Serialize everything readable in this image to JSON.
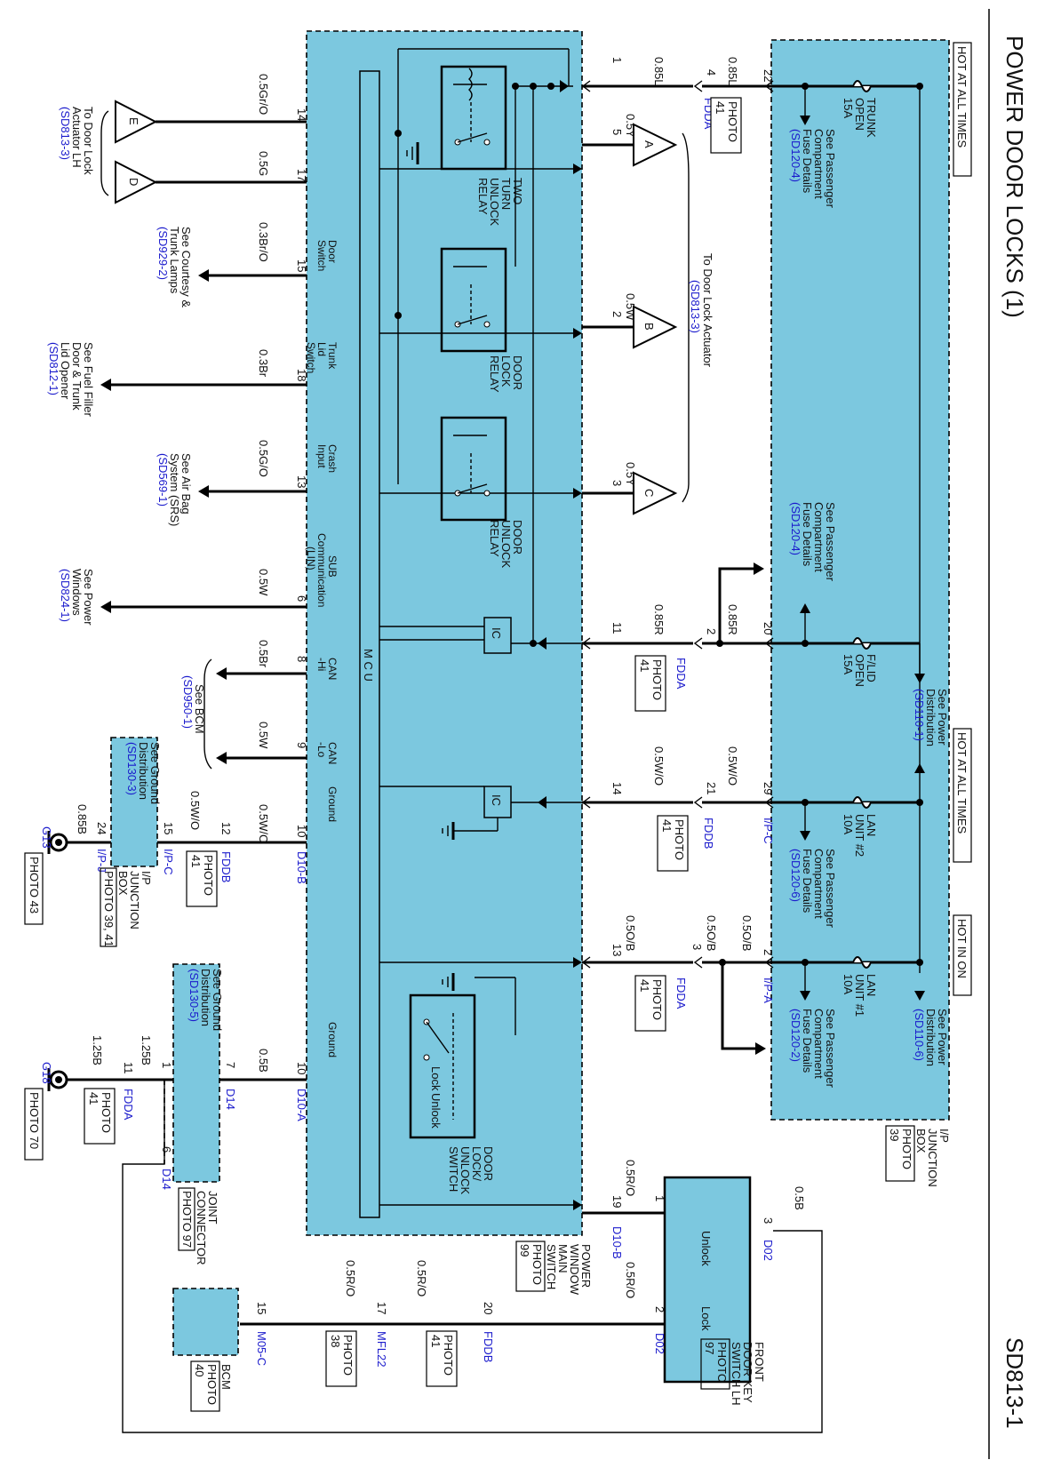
{
  "title": "POWER DOOR LOCKS (1)",
  "page_code": "SD813-1",
  "hot_labels": [
    "HOT AT ALL TIMES",
    "HOT AT ALL TIMES",
    "HOT IN ON"
  ],
  "ip_junction_box": [
    "I/P",
    "JUNCTION",
    "BOX",
    "PHOTO",
    "39"
  ],
  "fuses": {
    "trunk_open": [
      "TRUNK",
      "OPEN",
      "15A"
    ],
    "flid_open": [
      "F/LID",
      "OPEN",
      "15A"
    ],
    "lan2": [
      "LAN",
      "UNIT #2",
      "10A"
    ],
    "lan1": [
      "LAN",
      "UNIT #1",
      "10A"
    ]
  },
  "fuse_details_caption": [
    "See Passenger",
    "Compartment",
    "Fuse Details"
  ],
  "power_dist_caption": [
    "See Power",
    "Distribution"
  ],
  "refs": {
    "sd120_4": "(SD120-4)",
    "sd120_6": "(SD120-6)",
    "sd120_2": "(SD120-2)",
    "sd110_1": "(SD110-1)",
    "sd110_6": "(SD110-6)",
    "sd813_3": "(SD813-3)",
    "sd929_2": "(SD929-2)",
    "sd812_1": "(SD812-1)",
    "sd569_1": "(SD569-1)",
    "sd824_1": "(SD824-1)",
    "sd950_1": "(SD950-1)",
    "sd130_3": "(SD130-3)",
    "sd130_5": "(SD130-5)"
  },
  "connectors": {
    "fdda": "FDDA",
    "fddb": "FDDB",
    "ipc": "I/P-C",
    "ipa": "I/P-A",
    "ipj": "I/P-J",
    "d10a": "D10-A",
    "d10b": "D10-B",
    "d14": "D14",
    "d02": "D02",
    "mfl22": "MFL22",
    "m05c": "M05-C",
    "g13": "G13",
    "g18": "G18"
  },
  "wires": {
    "w085L": "0.85L",
    "w05Y": "0.5Y",
    "w05W": "0.5W",
    "w085R": "0.85R",
    "w05WO": "0.5W/O",
    "w05OB": "0.5O/B",
    "w05RO": "0.5R/O",
    "w05B": "0.5B",
    "w05GrO": "0.5Gr/O",
    "w05G": "0.5G",
    "w03BrO": "0.3Br/O",
    "w03Br": "0.3Br",
    "w05GO": "0.5G/O",
    "w05Br": "0.5Br",
    "w085B": "0.85B",
    "w125B": "1.25B"
  },
  "pins": {
    "p22": "22",
    "p4": "4",
    "p1": "1",
    "p5": "5",
    "p2": "2",
    "p3": "3",
    "p20": "20",
    "p11": "11",
    "p29": "29",
    "p21": "21",
    "p14": "14",
    "p13": "13",
    "p19": "19",
    "p17": "17",
    "p15": "15",
    "p18": "18",
    "p6": "6",
    "p8": "8",
    "p9": "9",
    "p10": "10",
    "p12": "12",
    "p24": "24",
    "p7": "7",
    "p11b": "11",
    "p1b": "1"
  },
  "relays": {
    "two_turn": [
      "TWO",
      "TURN",
      "UNLOCK",
      "RELAY"
    ],
    "door_lock": [
      "DOOR",
      "LOCK",
      "RELAY"
    ],
    "door_unlock": [
      "DOOR",
      "UNLOCK",
      "RELAY"
    ]
  },
  "switch_lock": [
    "DOOR",
    "LOCK/",
    "UNLOCK",
    "SWITCH"
  ],
  "switch_labels": {
    "lock": "Lock",
    "unlock": "Unlock"
  },
  "ic_label": "IC",
  "mcu_label": "M  C  U",
  "pwm_switch": [
    "POWER",
    "WINDOW",
    "MAIN",
    "SWITCH",
    "PHOTO",
    "99"
  ],
  "fdks": [
    "FRONT",
    "DOOR KEY",
    "SWITCH LH",
    "PHOTO",
    "97"
  ],
  "mcu_inputs": {
    "door_switch": [
      "Door",
      "Switch"
    ],
    "trunk_lid": [
      "Trunk",
      "Lid",
      "Switch"
    ],
    "crash": [
      "Crash",
      "Input"
    ],
    "sub_comm": [
      "SUB",
      "Communication",
      "(LIN)"
    ],
    "can_hi": [
      "CAN",
      "-Hi"
    ],
    "can_lo": [
      "CAN",
      "-Lo"
    ],
    "ground": "Ground"
  },
  "actuator_label": "To Door Lock Actuator",
  "terminals": {
    "a": "A",
    "b": "B",
    "c": "C",
    "d": "D",
    "e": "E"
  },
  "left_captions": {
    "door_lock_lh": [
      "To Door Lock",
      "Actuator LH"
    ],
    "courtesy": [
      "See Courtesy &",
      "Trunk Lamps"
    ],
    "fuel_filler": [
      "See Fuel Filler",
      "Door & Trunk",
      "Lid Opener"
    ],
    "airbag": [
      "See Air Bag",
      "System (SRS)"
    ],
    "power_windows": [
      "See Power",
      "Windows"
    ],
    "bcm_ref": "See BCM",
    "ground_dist": [
      "See Ground",
      "Distribution"
    ]
  },
  "ipj_box": [
    "I/P",
    "JUNCTION",
    "BOX",
    "PHOTO 39, 41"
  ],
  "joint_connector": [
    "JOINT",
    "CONNECTOR",
    "PHOTO 97"
  ],
  "bcm": [
    "BCM",
    "PHOTO",
    "40"
  ],
  "photos": {
    "p41": [
      "PHOTO",
      "41"
    ],
    "p38": [
      "PHOTO",
      "38"
    ],
    "photo43": "PHOTO 43",
    "photo70": "PHOTO 70"
  },
  "colors": {
    "module_fill": "#7cc8df",
    "ref_text": "#1a1acc",
    "wire": "#000000"
  }
}
